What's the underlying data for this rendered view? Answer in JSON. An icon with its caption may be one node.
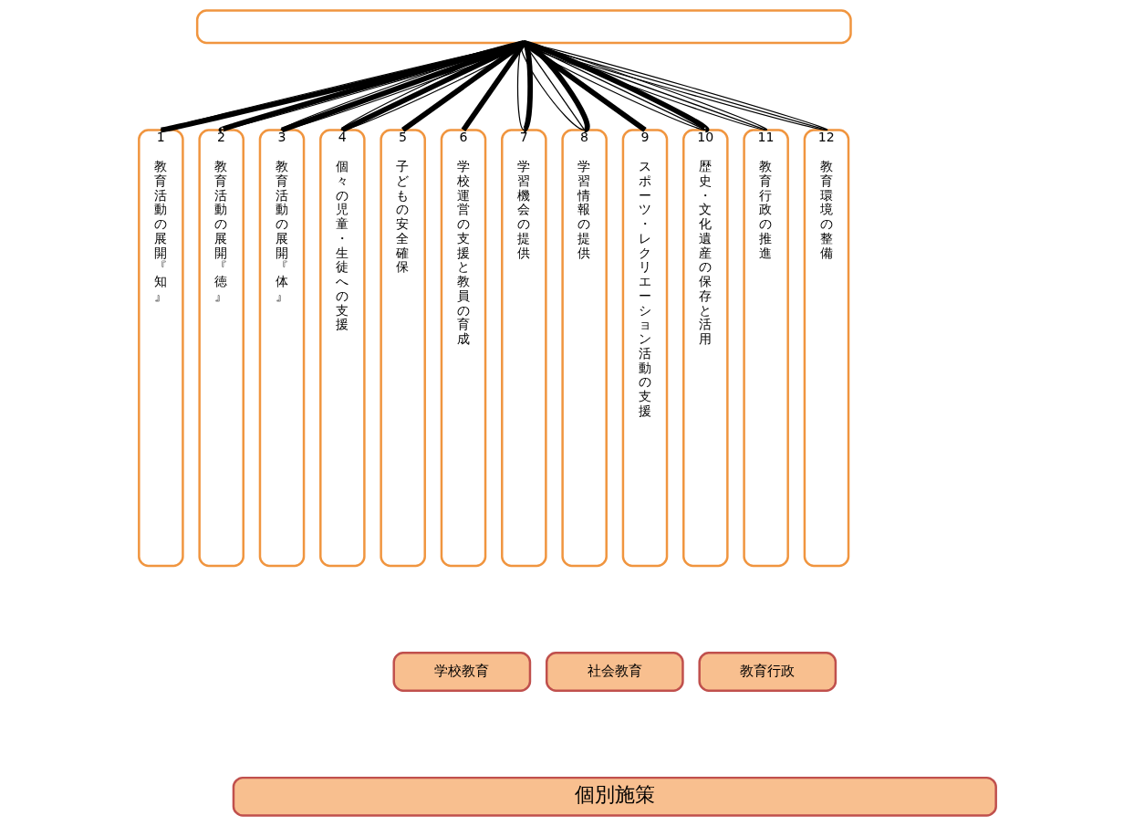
{
  "diagram": {
    "nodes": [
      {
        "text": [],
        "shape": "box"
      },
      {
        "text": [
          "1",
          "教育活動の展開『知』"
        ]
      },
      {
        "text": [
          "2",
          "教育活動の展開『徳』"
        ]
      },
      {
        "text": [
          "3",
          "教育活動の展開『体』"
        ]
      },
      {
        "text": [
          "4",
          "個々の児童・生徒への支援"
        ]
      },
      {
        "text": [
          "5",
          "子どもの安全確保"
        ]
      },
      {
        "text": [
          "6",
          "学校運営の支援と教員の育成"
        ]
      },
      {
        "text": [
          "7",
          "学習機会の提供"
        ]
      },
      {
        "text": [
          "8",
          "学習情報の提供"
        ]
      },
      {
        "text": [
          "9",
          "スポーツ・レクリエーション活動の支援"
        ]
      },
      {
        "text": [
          "10",
          "歴史・文化遺産の保存と活用"
        ]
      },
      {
        "text": [
          "11",
          "教育行政の推進"
        ]
      },
      {
        "text": [
          "12",
          "教育環境の整備"
        ]
      },
      {
        "text": [
          "学校教育"
        ]
      },
      {
        "text": [
          "社会教育"
        ]
      },
      {
        "text": [
          "教育行政"
        ]
      },
      {
        "text": [
          "個別施策"
        ]
      }
    ],
    "edges": [
      {
        "from": 0,
        "to": 1,
        "arrow": "none"
      },
      {
        "from": 0,
        "to": 2,
        "arrow": "none",
        "style": "thick"
      },
      {
        "from": 0,
        "to": 3,
        "arrow": "none"
      },
      {
        "from": 0,
        "to": 4,
        "arrow": "none"
      },
      {
        "from": 0,
        "to": 5,
        "arrow": "none",
        "style": "thick"
      },
      {
        "from": 0,
        "to": 7,
        "arrow": "none"
      },
      {
        "from": 0,
        "to": 8,
        "arrow": "none"
      },
      {
        "from": 0,
        "to": 10,
        "arrow": "none"
      },
      {
        "from": 0,
        "to": 11,
        "arrow": "none"
      },
      {
        "from": 0,
        "to": 12,
        "arrow": "none"
      },
      {
        "from": 0,
        "to": 1,
        "arrow": "none",
        "style": "thick"
      },
      {
        "from": 0,
        "to": 2,
        "arrow": "none"
      },
      {
        "from": 0,
        "to": 3,
        "arrow": "none",
        "style": "thick"
      },
      {
        "from": 0,
        "to": 4,
        "arrow": "none",
        "style": "thick"
      },
      {
        "from": 0,
        "to": 6,
        "arrow": "none",
        "style": "thick"
      },
      {
        "from": 0,
        "to": 8,
        "arrow": "none"
      },
      {
        "from": 0,
        "to": 10,
        "arrow": "none"
      },
      {
        "from": 0,
        "to": 11,
        "arrow": "none"
      },
      {
        "from": 0,
        "to": 12,
        "arrow": "none"
      },
      {
        "from": 0,
        "to": 3,
        "arrow": "none"
      },
      {
        "from": 0,
        "to": 4,
        "arrow": "none"
      },
      {
        "from": 0,
        "to": 7,
        "arrow": "none",
        "style": "thick"
      },
      {
        "from": 0,
        "to": 8,
        "arrow": "none",
        "style": "thick"
      },
      {
        "from": 0,
        "to": 9,
        "arrow": "none",
        "style": "thick"
      },
      {
        "from": 0,
        "to": 10,
        "arrow": "none",
        "style": "thick"
      },
      {
        "from": 0,
        "to": 11,
        "arrow": "none"
      },
      {
        "from": 0,
        "to": 12,
        "arrow": "none"
      }
    ]
  }
}
